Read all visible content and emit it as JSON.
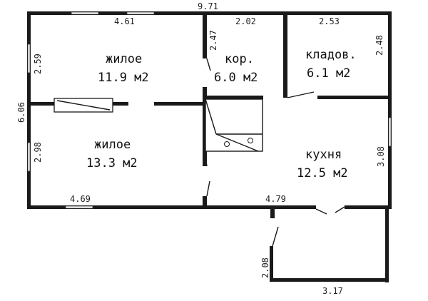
{
  "rooms": {
    "living1": {
      "name": "жилое",
      "area": "11.9 м2"
    },
    "corridor": {
      "name": "кор.",
      "area": "6.0 м2"
    },
    "storage": {
      "name": "кладов.",
      "area": "6.1 м2"
    },
    "living2": {
      "name": "жилое",
      "area": "13.3 м2"
    },
    "kitchen": {
      "name": "кухня",
      "area": "12.5 м2"
    }
  },
  "dimensions": {
    "total_width": "9.71",
    "living1_width": "4.61",
    "corridor_width": "2.02",
    "storage_width": "2.53",
    "living1_height": "2.59",
    "corridor_height": "2.47",
    "storage_height": "2.48",
    "total_height": "6.06",
    "living2_height": "2.98",
    "kitchen_height": "3.08",
    "living2_width": "4.69",
    "kitchen_width": "4.79",
    "porch_height": "2.08",
    "porch_width": "3.17"
  }
}
